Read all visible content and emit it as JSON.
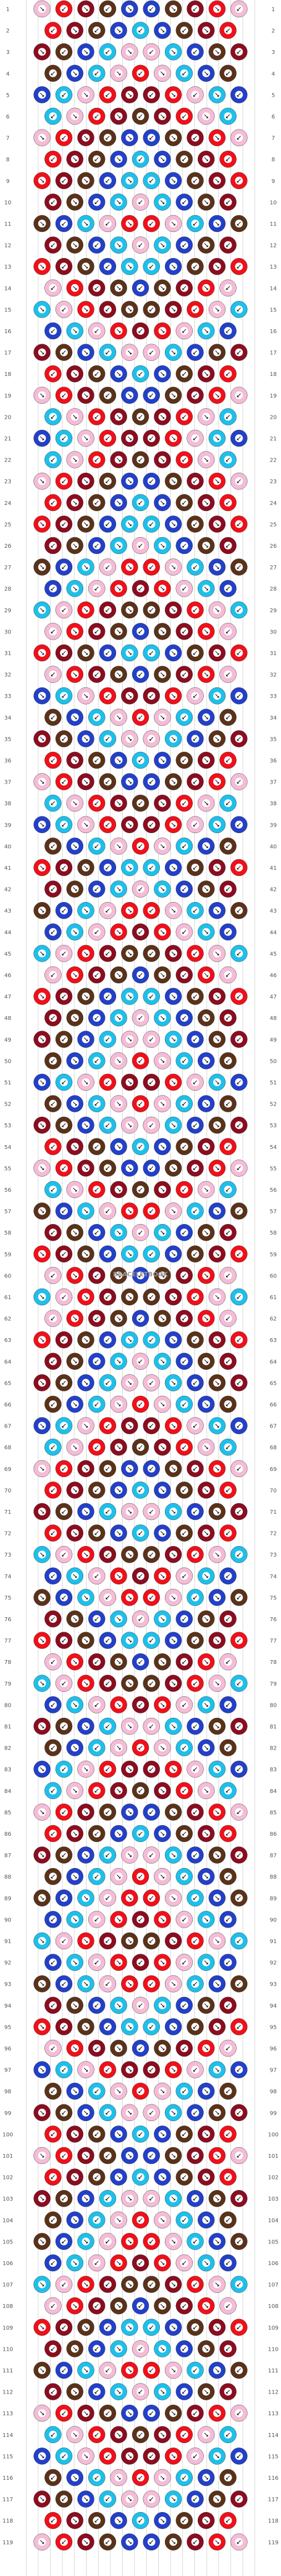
{
  "pattern": {
    "row_numbers": [
      "1",
      "2",
      "3",
      "4",
      "5",
      "6",
      "7",
      "8",
      "9",
      "10",
      "11",
      "12",
      "13",
      "14",
      "15",
      "16",
      "17",
      "18",
      "19",
      "20",
      "21",
      "22",
      "23",
      "24",
      "25",
      "26",
      "27",
      "28",
      "29",
      "30",
      "31",
      "32",
      "33",
      "34",
      "35",
      "36",
      "37",
      "38",
      "39",
      "40",
      "41",
      "42",
      "43",
      "44",
      "45",
      "46",
      "47",
      "48",
      "49",
      "50",
      "51",
      "52",
      "53",
      "54",
      "55",
      "56",
      "57",
      "58",
      "59",
      "60",
      "61",
      "62",
      "63",
      "64",
      "65",
      "66",
      "67",
      "68",
      "69",
      "70",
      "71",
      "72",
      "73",
      "74",
      "75",
      "76",
      "77",
      "78",
      "79",
      "80",
      "81",
      "82",
      "83",
      "84",
      "85",
      "86",
      "87",
      "88",
      "89",
      "90",
      "91",
      "92",
      "93",
      "94",
      "95",
      "96",
      "97",
      "98",
      "99",
      "100",
      "101",
      "102",
      "103",
      "104",
      "105",
      "106",
      "107",
      "108",
      "109",
      "110",
      "111",
      "112",
      "113",
      "114",
      "115",
      "116",
      "117",
      "118",
      "119"
    ],
    "watermark": "BRACELETBOOK",
    "colors": {
      "dark_red": "#8b0d1f",
      "red": "#f0101a",
      "pink": "#f4bcd6",
      "cyan": "#1ec0ea",
      "blue": "#2340c8",
      "brown": "#5a321a",
      "string_line": "#bbbbbb"
    },
    "string_count": 20,
    "knots_per_row": [
      10,
      9
    ]
  }
}
